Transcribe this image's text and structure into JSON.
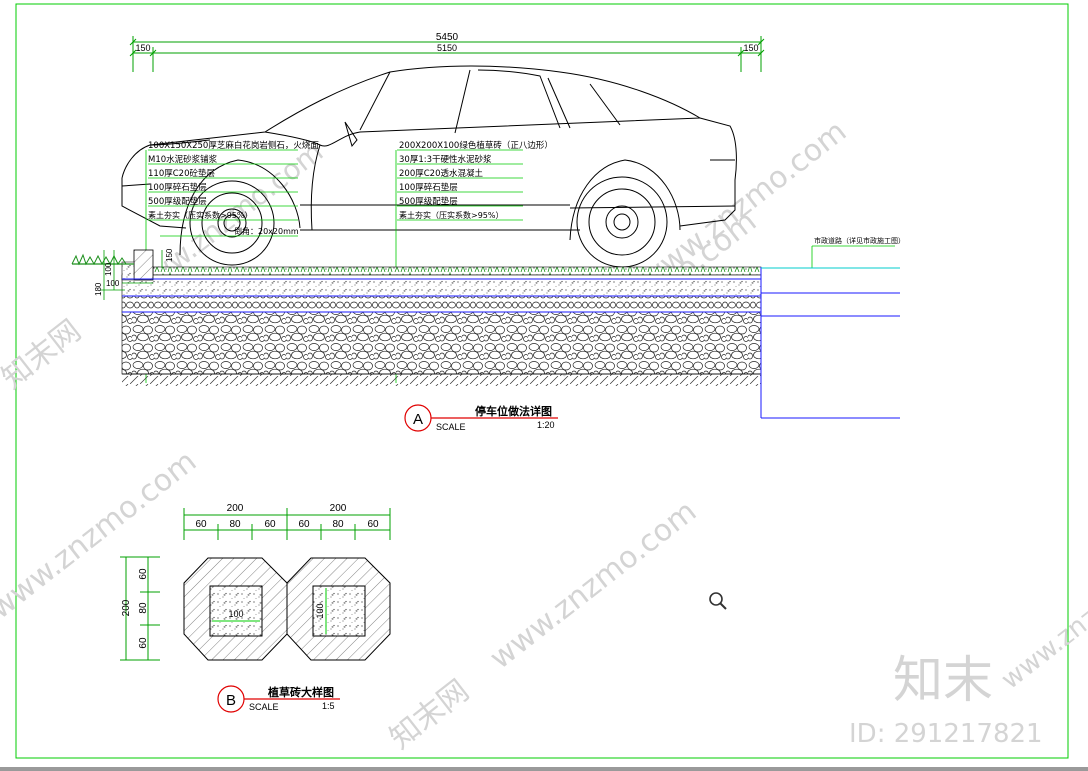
{
  "colors": {
    "frame": "#00cc00",
    "dimension": "#00a000",
    "leader": "#00cc00",
    "layer_line": "#1a1aff",
    "ground_right": "#00cccc",
    "outline": "#000000",
    "title_red": "#e00000",
    "watermark": "#d4d4d4"
  },
  "detail_a": {
    "dim_total": "5450",
    "dim_left": "150",
    "dim_middle": "5150",
    "dim_right": "150",
    "left_notes": [
      "100X150X250厚芝麻白花岗岩侧石，火烧面",
      "M10水泥砂浆铺浆",
      "110厚C20砼垫层",
      "100厚碎石垫层",
      "500厚级配垫层",
      "素土夯实（压实系数>95%）"
    ],
    "right_notes": [
      "200X200X100绿色植草砖（正八边形）",
      "30厚1:3干硬性水泥砂浆",
      "200厚C20透水混凝土",
      "100厚碎石垫层",
      "500厚级配垫层",
      "素土夯实（压实系数>95%）"
    ],
    "joint_note": "倒角：20x20mm",
    "road_note": "市政道路（详见市政施工图）",
    "curb_dim_150": "150",
    "curb_dim_100": "100",
    "curb_dim_180": "180",
    "curb_dim_100_2": "100",
    "title_letter": "A",
    "title": "停车位做法详图",
    "scale_label": "SCALE",
    "scale_value": "1:20"
  },
  "detail_b": {
    "dim_top_1": "200",
    "dim_top_2": "200",
    "dim_sub": [
      "60",
      "80",
      "60",
      "60",
      "80",
      "60"
    ],
    "dim_left_total": "200",
    "dim_left_sub": [
      "60",
      "80",
      "60"
    ],
    "hole_label_1": "100",
    "hole_label_2": "100",
    "title_letter": "B",
    "title": "植草砖大样图",
    "scale_label": "SCALE",
    "scale_value": "1:5"
  },
  "watermark": {
    "site": "www.znzmo.com",
    "brand_cn": "知末网",
    "logo_text": "知末",
    "id_text": "ID: 291217821"
  },
  "toolbar": {
    "zoom_icon": "magnifier-icon"
  }
}
